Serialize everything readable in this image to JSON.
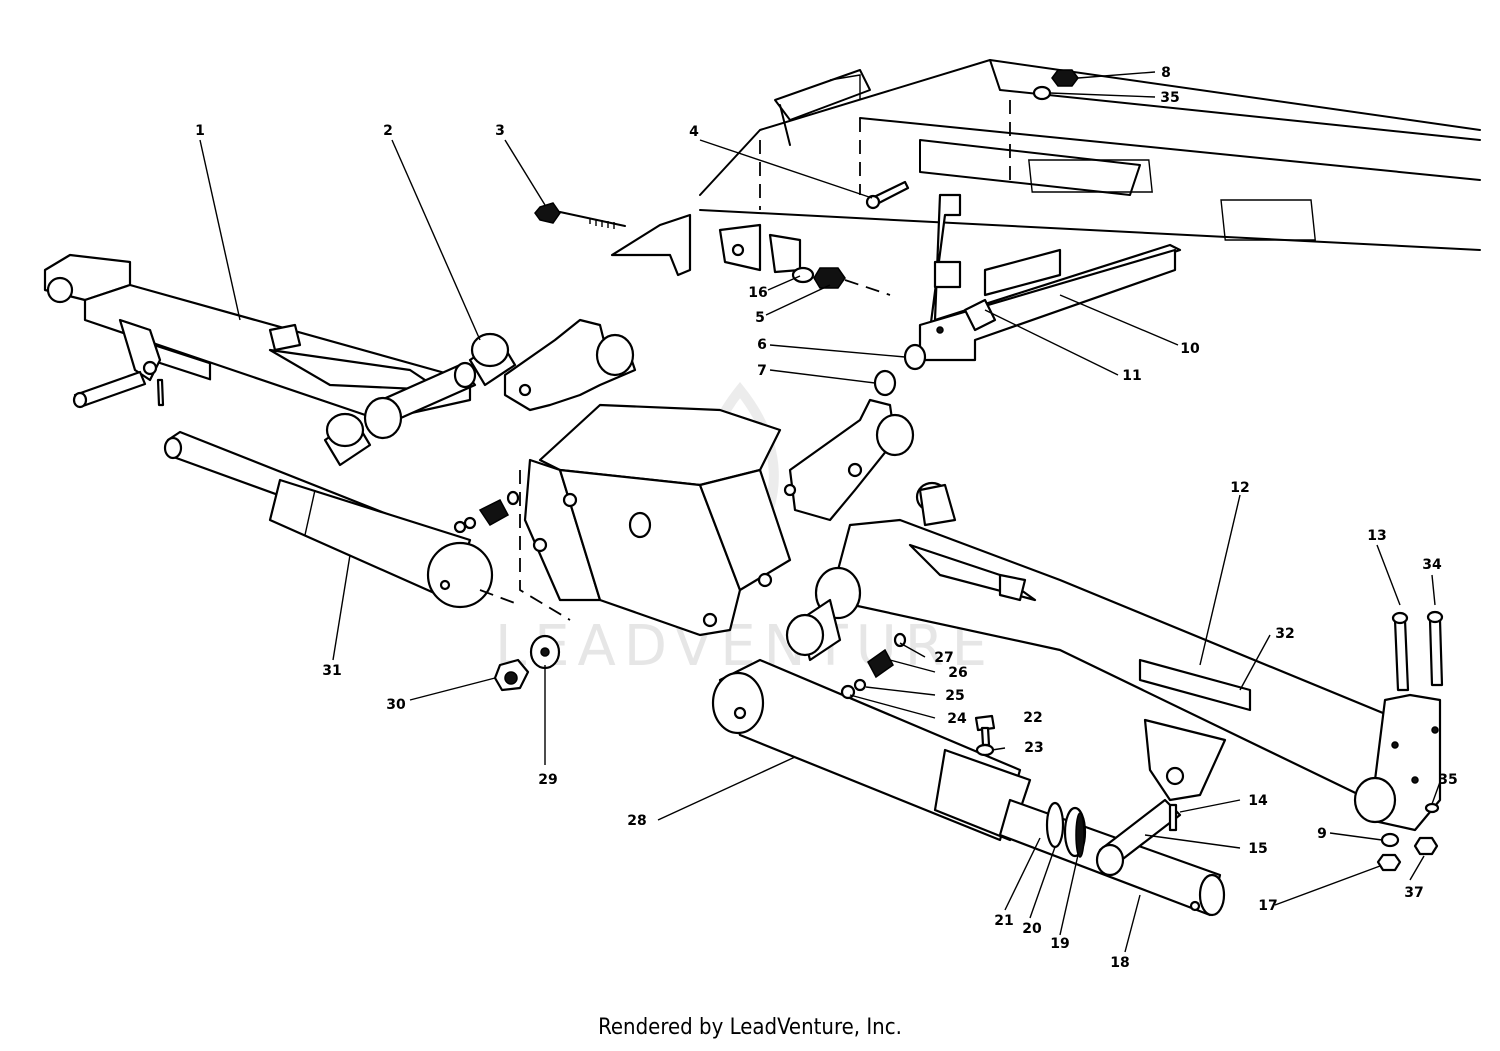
{
  "watermark": "LEADVENTURE",
  "footer": "Rendered by LeadVenture, Inc.",
  "callouts": {
    "c1": "1",
    "c2": "2",
    "c3": "3",
    "c4": "4",
    "c5": "5",
    "c6": "6",
    "c7": "7",
    "c8": "8",
    "c9": "9",
    "c10": "10",
    "c11": "11",
    "c12": "12",
    "c13": "13",
    "c14": "14",
    "c15": "15",
    "c16": "16",
    "c17": "17",
    "c18": "18",
    "c19": "19",
    "c20": "20",
    "c21": "21",
    "c22": "22",
    "c23": "23",
    "c24": "24",
    "c25": "25",
    "c26": "26",
    "c27": "27",
    "c28": "28",
    "c29": "29",
    "c30": "30",
    "c31": "31",
    "c32": "32",
    "c34": "34",
    "c35a": "35",
    "c35b": "35",
    "c37": "37"
  }
}
